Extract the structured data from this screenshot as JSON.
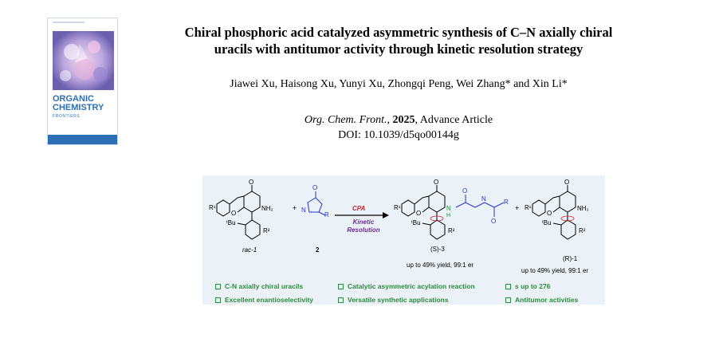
{
  "cover": {
    "journal_line1": "ORGANIC",
    "journal_line2": "CHEMISTRY",
    "journal_sub": "FRONTIERS"
  },
  "article": {
    "title_line1": "Chiral phosphoric acid catalyzed asymmetric synthesis of C–N axially chiral",
    "title_line2": "uracils with antitumor activity through kinetic resolution strategy",
    "authors": "Jiawei Xu, Haisong Xu, Yunyi Xu, Zhongqi Peng, Wei Zhang* and Xin Li*",
    "journal": "Org. Chem. Front.",
    "year": "2025",
    "status": ", Advance Article",
    "doi": "DOI: 10.1039/d5qo00144g"
  },
  "graphic": {
    "reagent_catalyst": "CPA",
    "reaction_line1": "Kinetic",
    "reaction_line2": "Resolution",
    "label_rac": "rac-1",
    "label_2": "2",
    "label_product": "(S)-3",
    "label_recovered": "(R)-1",
    "yield_product": "up to  49% yield, 99:1 er",
    "yield_recovered": "up to  49% yield, 99:1 er",
    "features": [
      "C-N axially chiral uracils",
      "Catalytic asymmetric acylation reaction",
      "s up to 276",
      "Excellent enantioselectivity",
      "Versatile synthetic applications",
      "Antitumor activities"
    ],
    "colors": {
      "feature_green": "#2c8a3c",
      "acyl_blue": "#2233cc",
      "catalyst_red": "#c0282b",
      "resolution_purple": "#6a2c91"
    }
  }
}
